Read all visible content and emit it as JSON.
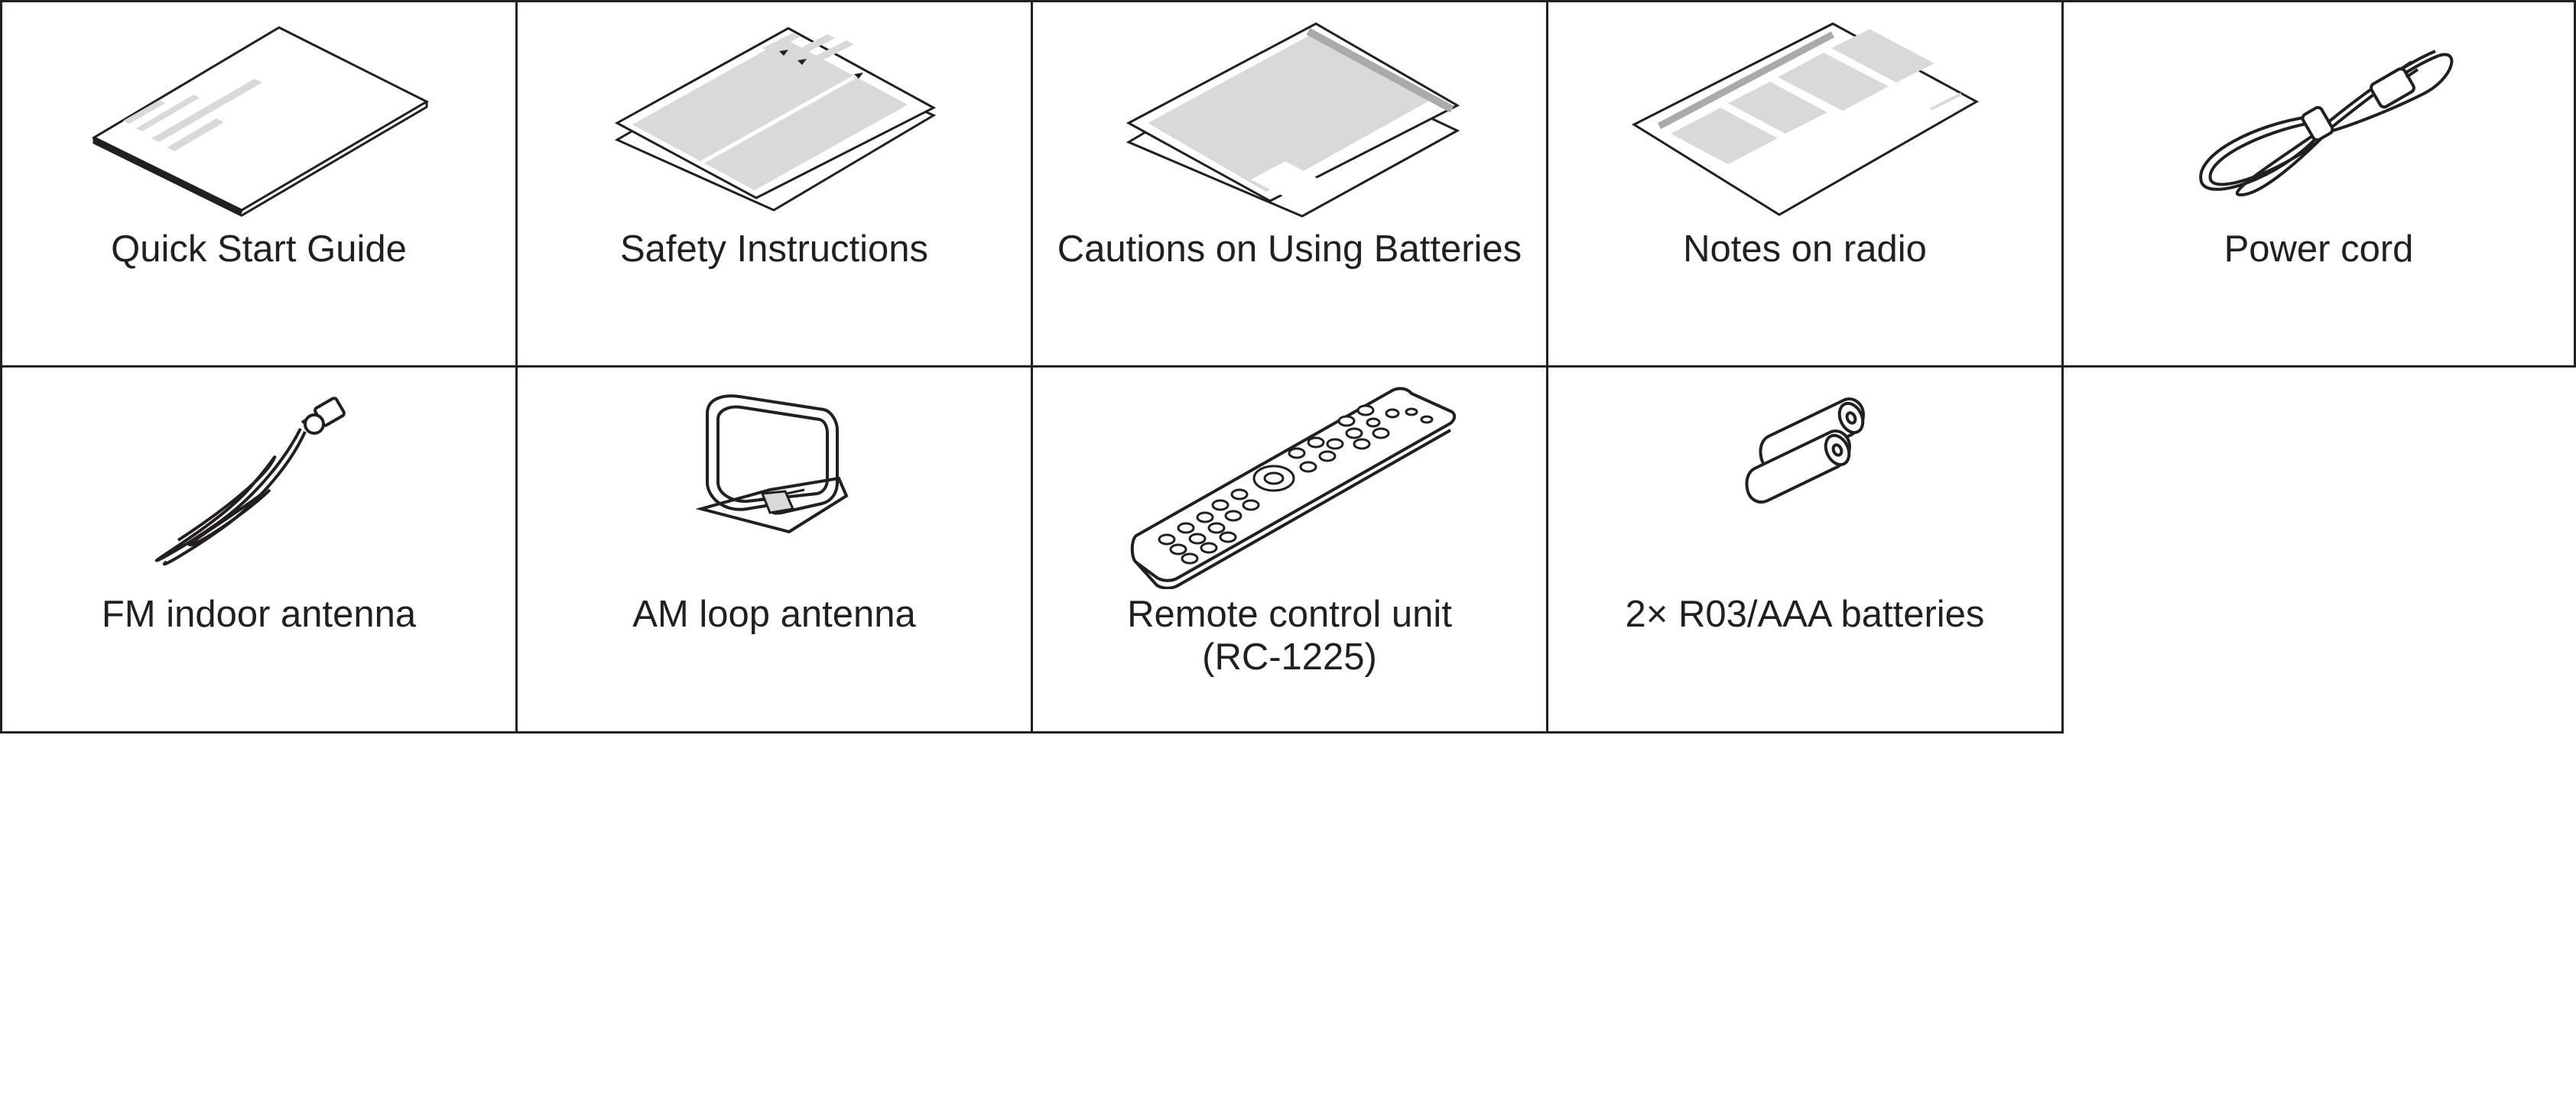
{
  "accessories": {
    "items": [
      {
        "id": "quick-start-guide",
        "label": "Quick Start Guide",
        "icon": "booklet-icon"
      },
      {
        "id": "safety-instructions",
        "label": "Safety Instructions",
        "icon": "folded-sheet-icon"
      },
      {
        "id": "cautions-batteries",
        "label": "Cautions on Using Batteries",
        "icon": "folded-sheet-icon"
      },
      {
        "id": "notes-on-radio",
        "label": "Notes on radio",
        "icon": "sheet-icon"
      },
      {
        "id": "power-cord",
        "label": "Power cord",
        "icon": "power-cord-icon"
      },
      {
        "id": "fm-indoor-antenna",
        "label": "FM indoor antenna",
        "icon": "fm-antenna-icon"
      },
      {
        "id": "am-loop-antenna",
        "label": "AM loop antenna",
        "icon": "am-loop-antenna-icon"
      },
      {
        "id": "remote-control",
        "label": "Remote control unit",
        "label2": "(RC-1225)",
        "icon": "remote-control-icon"
      },
      {
        "id": "batteries",
        "label": "2× R03/AAA batteries",
        "icon": "batteries-icon"
      }
    ]
  },
  "colors": {
    "line": "#231f20",
    "fill_gray": "#d9d9d9",
    "background": "#ffffff"
  }
}
